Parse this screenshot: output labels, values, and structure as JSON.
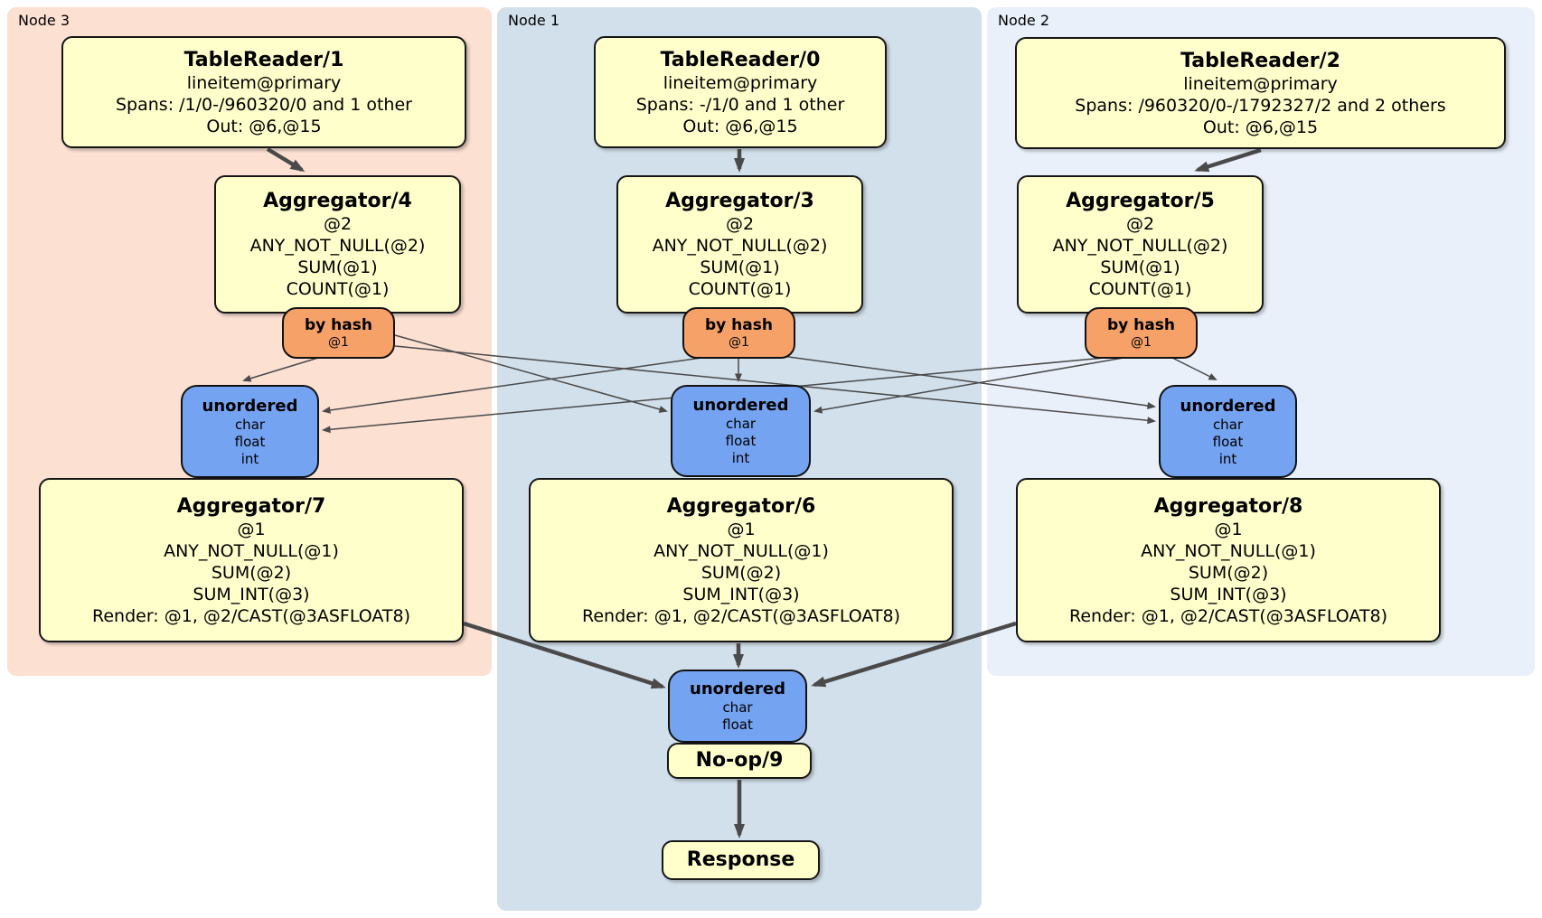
{
  "colors": {
    "node3_bg": "#fce0d2",
    "node1_bg": "#d2e0eb",
    "node2_bg": "#eaf0fa",
    "processor_bg": "#ffffcc",
    "router_bg": "#f5a168",
    "sync_bg": "#74a3f2",
    "edge": "#4a4a4a"
  },
  "groups": {
    "node3": {
      "label": "Node 3"
    },
    "node1": {
      "label": "Node 1"
    },
    "node2": {
      "label": "Node 2"
    }
  },
  "processors": {
    "tr1": {
      "title": "TableReader/1",
      "lines": [
        "lineitem@primary",
        "Spans: /1/0-/960320/0 and 1 other",
        "Out: @6,@15"
      ]
    },
    "tr0": {
      "title": "TableReader/0",
      "lines": [
        "lineitem@primary",
        "Spans: -/1/0 and 1 other",
        "Out: @6,@15"
      ]
    },
    "tr2": {
      "title": "TableReader/2",
      "lines": [
        "lineitem@primary",
        "Spans: /960320/0-/1792327/2 and 2 others",
        "Out: @6,@15"
      ]
    },
    "agg4": {
      "title": "Aggregator/4",
      "lines": [
        "@2",
        "ANY_NOT_NULL(@2)",
        "SUM(@1)",
        "COUNT(@1)"
      ]
    },
    "agg3": {
      "title": "Aggregator/3",
      "lines": [
        "@2",
        "ANY_NOT_NULL(@2)",
        "SUM(@1)",
        "COUNT(@1)"
      ]
    },
    "agg5": {
      "title": "Aggregator/5",
      "lines": [
        "@2",
        "ANY_NOT_NULL(@2)",
        "SUM(@1)",
        "COUNT(@1)"
      ]
    },
    "agg7": {
      "title": "Aggregator/7",
      "lines": [
        "@1",
        "ANY_NOT_NULL(@1)",
        "SUM(@2)",
        "SUM_INT(@3)",
        "Render: @1, @2/CAST(@3ASFLOAT8)"
      ]
    },
    "agg6": {
      "title": "Aggregator/6",
      "lines": [
        "@1",
        "ANY_NOT_NULL(@1)",
        "SUM(@2)",
        "SUM_INT(@3)",
        "Render: @1, @2/CAST(@3ASFLOAT8)"
      ]
    },
    "agg8": {
      "title": "Aggregator/8",
      "lines": [
        "@1",
        "ANY_NOT_NULL(@1)",
        "SUM(@2)",
        "SUM_INT(@3)",
        "Render: @1, @2/CAST(@3ASFLOAT8)"
      ]
    },
    "noop9": {
      "title": "No-op/9"
    },
    "response": {
      "title": "Response"
    }
  },
  "routers": {
    "hash4": {
      "title": "by hash",
      "lines": [
        "@1"
      ]
    },
    "hash3": {
      "title": "by hash",
      "lines": [
        "@1"
      ]
    },
    "hash5": {
      "title": "by hash",
      "lines": [
        "@1"
      ]
    }
  },
  "syncs": {
    "uno7": {
      "title": "unordered",
      "lines": [
        "char",
        "float",
        "int"
      ]
    },
    "uno6": {
      "title": "unordered",
      "lines": [
        "char",
        "float",
        "int"
      ]
    },
    "uno8": {
      "title": "unordered",
      "lines": [
        "char",
        "float",
        "int"
      ]
    },
    "uno9": {
      "title": "unordered",
      "lines": [
        "char",
        "float"
      ]
    }
  }
}
